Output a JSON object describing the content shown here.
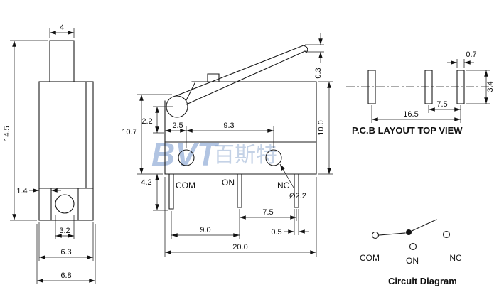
{
  "watermark": {
    "latin": "BVT",
    "cjk": "百斯特"
  },
  "side_view": {
    "dim_button_width": "4",
    "dim_height": "14.5",
    "dim_lip": "1.4",
    "dim_slot_width": "3.2",
    "dim_body_width": "6.3",
    "dim_overall_width": "6.8"
  },
  "front_view": {
    "dim_lever_thickness": "0.3",
    "dim_height_with_lever": "10.7",
    "dim_pivot_offset": "2.2",
    "dim_hole_offset": "2.5",
    "dim_hole_pitch": "9.3",
    "dim_body_height": "10.0",
    "dim_terminal_length": "4.2",
    "dim_hole_diameter": "Ø2.2",
    "dim_pitch_on_nc": "7.5",
    "dim_terminal_width": "0.5",
    "dim_pitch_com_on": "9.0",
    "dim_overall_width": "20.0",
    "terminal_com": "COM",
    "terminal_on": "ON",
    "terminal_nc": "NC"
  },
  "pcb_layout": {
    "title": "P.C.B LAYOUT TOP VIEW",
    "dim_pad_width": "0.7",
    "dim_pad_height": "3.4",
    "dim_pitch_on_nc": "7.5",
    "dim_pitch_total": "16.5"
  },
  "circuit_diagram": {
    "title": "Circuit Diagram",
    "label_com": "COM",
    "label_on": "ON",
    "label_nc": "NC"
  }
}
